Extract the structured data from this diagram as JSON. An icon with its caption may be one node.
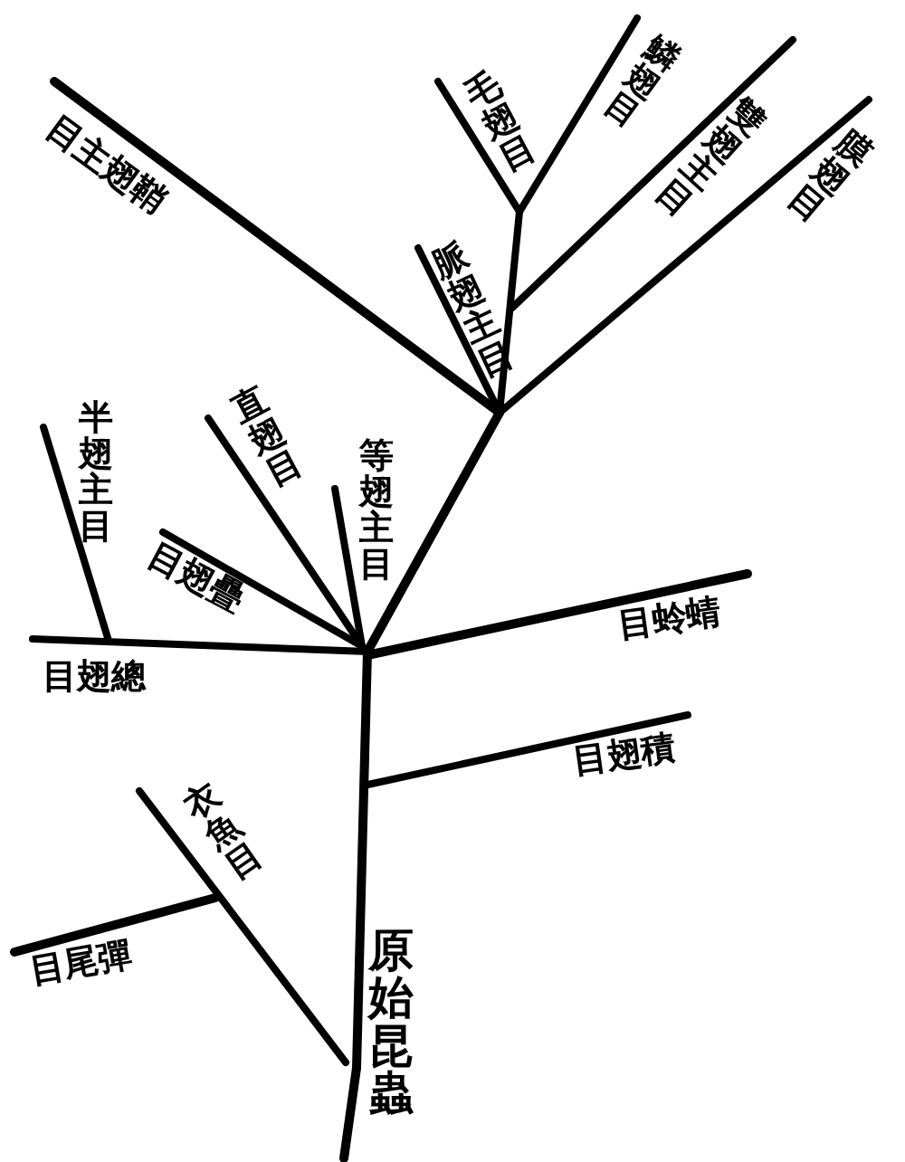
{
  "diagram": {
    "labels": [
      "目主翅鞘",
      "毛翅目",
      "鱗翅目",
      "雙翅主目",
      "膜翅目",
      "脈翅主目",
      "半翅主目",
      "直翅目",
      "等翅主目",
      "目翅疊",
      "目翅總",
      "目蛉蜻",
      "目翅積",
      "衣魚目",
      "目尾彈",
      "原始昆蟲"
    ]
  }
}
